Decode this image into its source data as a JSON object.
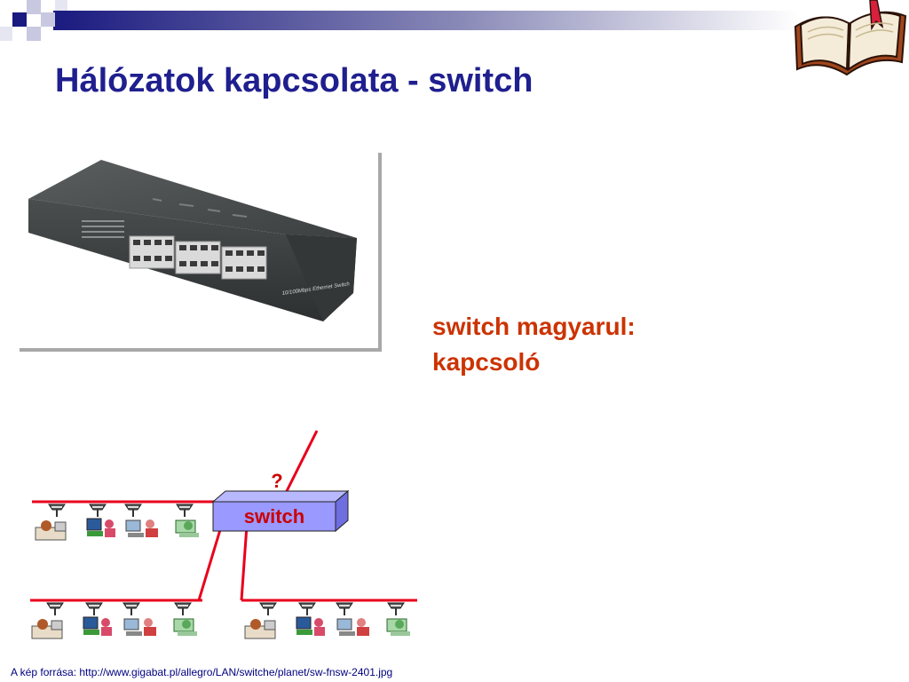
{
  "slide": {
    "title": "Hálózatok kapcsolata - switch",
    "callout_line1": "switch magyarul:",
    "callout_line2": "kapcsoló",
    "source": "A kép forrása: http://www.gigabat.pl/allegro/LAN/switche/planet/sw-fnsw-2401.jpg"
  },
  "photo": {
    "model_label": "10/100Mbps Ethernet Switch"
  },
  "diagram": {
    "switch_label": "switch",
    "question_mark": "?"
  },
  "colors": {
    "title": "#1f1f8f",
    "callout": "#cc3300",
    "cable": "#e8001c",
    "switch_fill": "#9999ff",
    "source": "#000080"
  },
  "icons": [
    "network-tap-icon",
    "computer-user-icon",
    "open-book-icon"
  ]
}
